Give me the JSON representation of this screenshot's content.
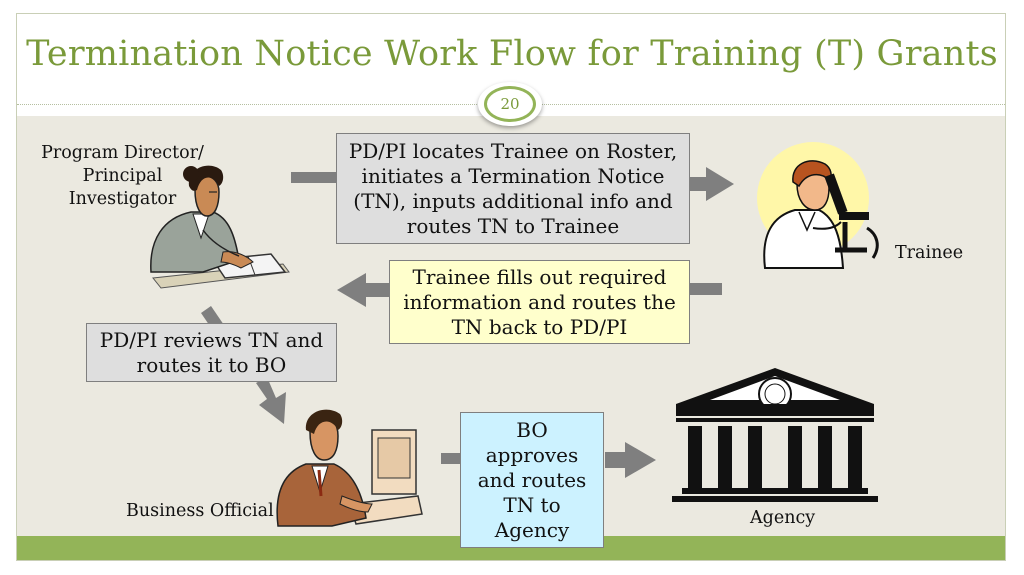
{
  "slide": {
    "title": "Termination Notice Work Flow for Training (T) Grants",
    "page_number": "20"
  },
  "actors": {
    "pd_pi": [
      "Program Director/",
      "Principal",
      "Investigator"
    ],
    "trainee": "Trainee",
    "business_official": "Business Official",
    "agency": "Agency"
  },
  "steps": {
    "step1": [
      "PD/PI locates Trainee on Roster,",
      "initiates a Termination Notice",
      "(TN), inputs additional info and",
      "routes TN to Trainee"
    ],
    "step2": [
      "Trainee fills out required",
      "information and routes the",
      "TN back to PD/PI"
    ],
    "step3": [
      "PD/PI reviews TN and",
      "routes it to BO"
    ],
    "step4": [
      "BO",
      "approves",
      "and routes",
      "TN to",
      "Agency"
    ]
  },
  "colors": {
    "accent": "#7a9a3a",
    "footer": "#93b458",
    "content_bg": "#ebe9e0",
    "arrow": "#7f7f7f",
    "box_gray": "#dedede",
    "box_yellow": "#ffffcc",
    "box_cyan": "#ccf2ff"
  }
}
